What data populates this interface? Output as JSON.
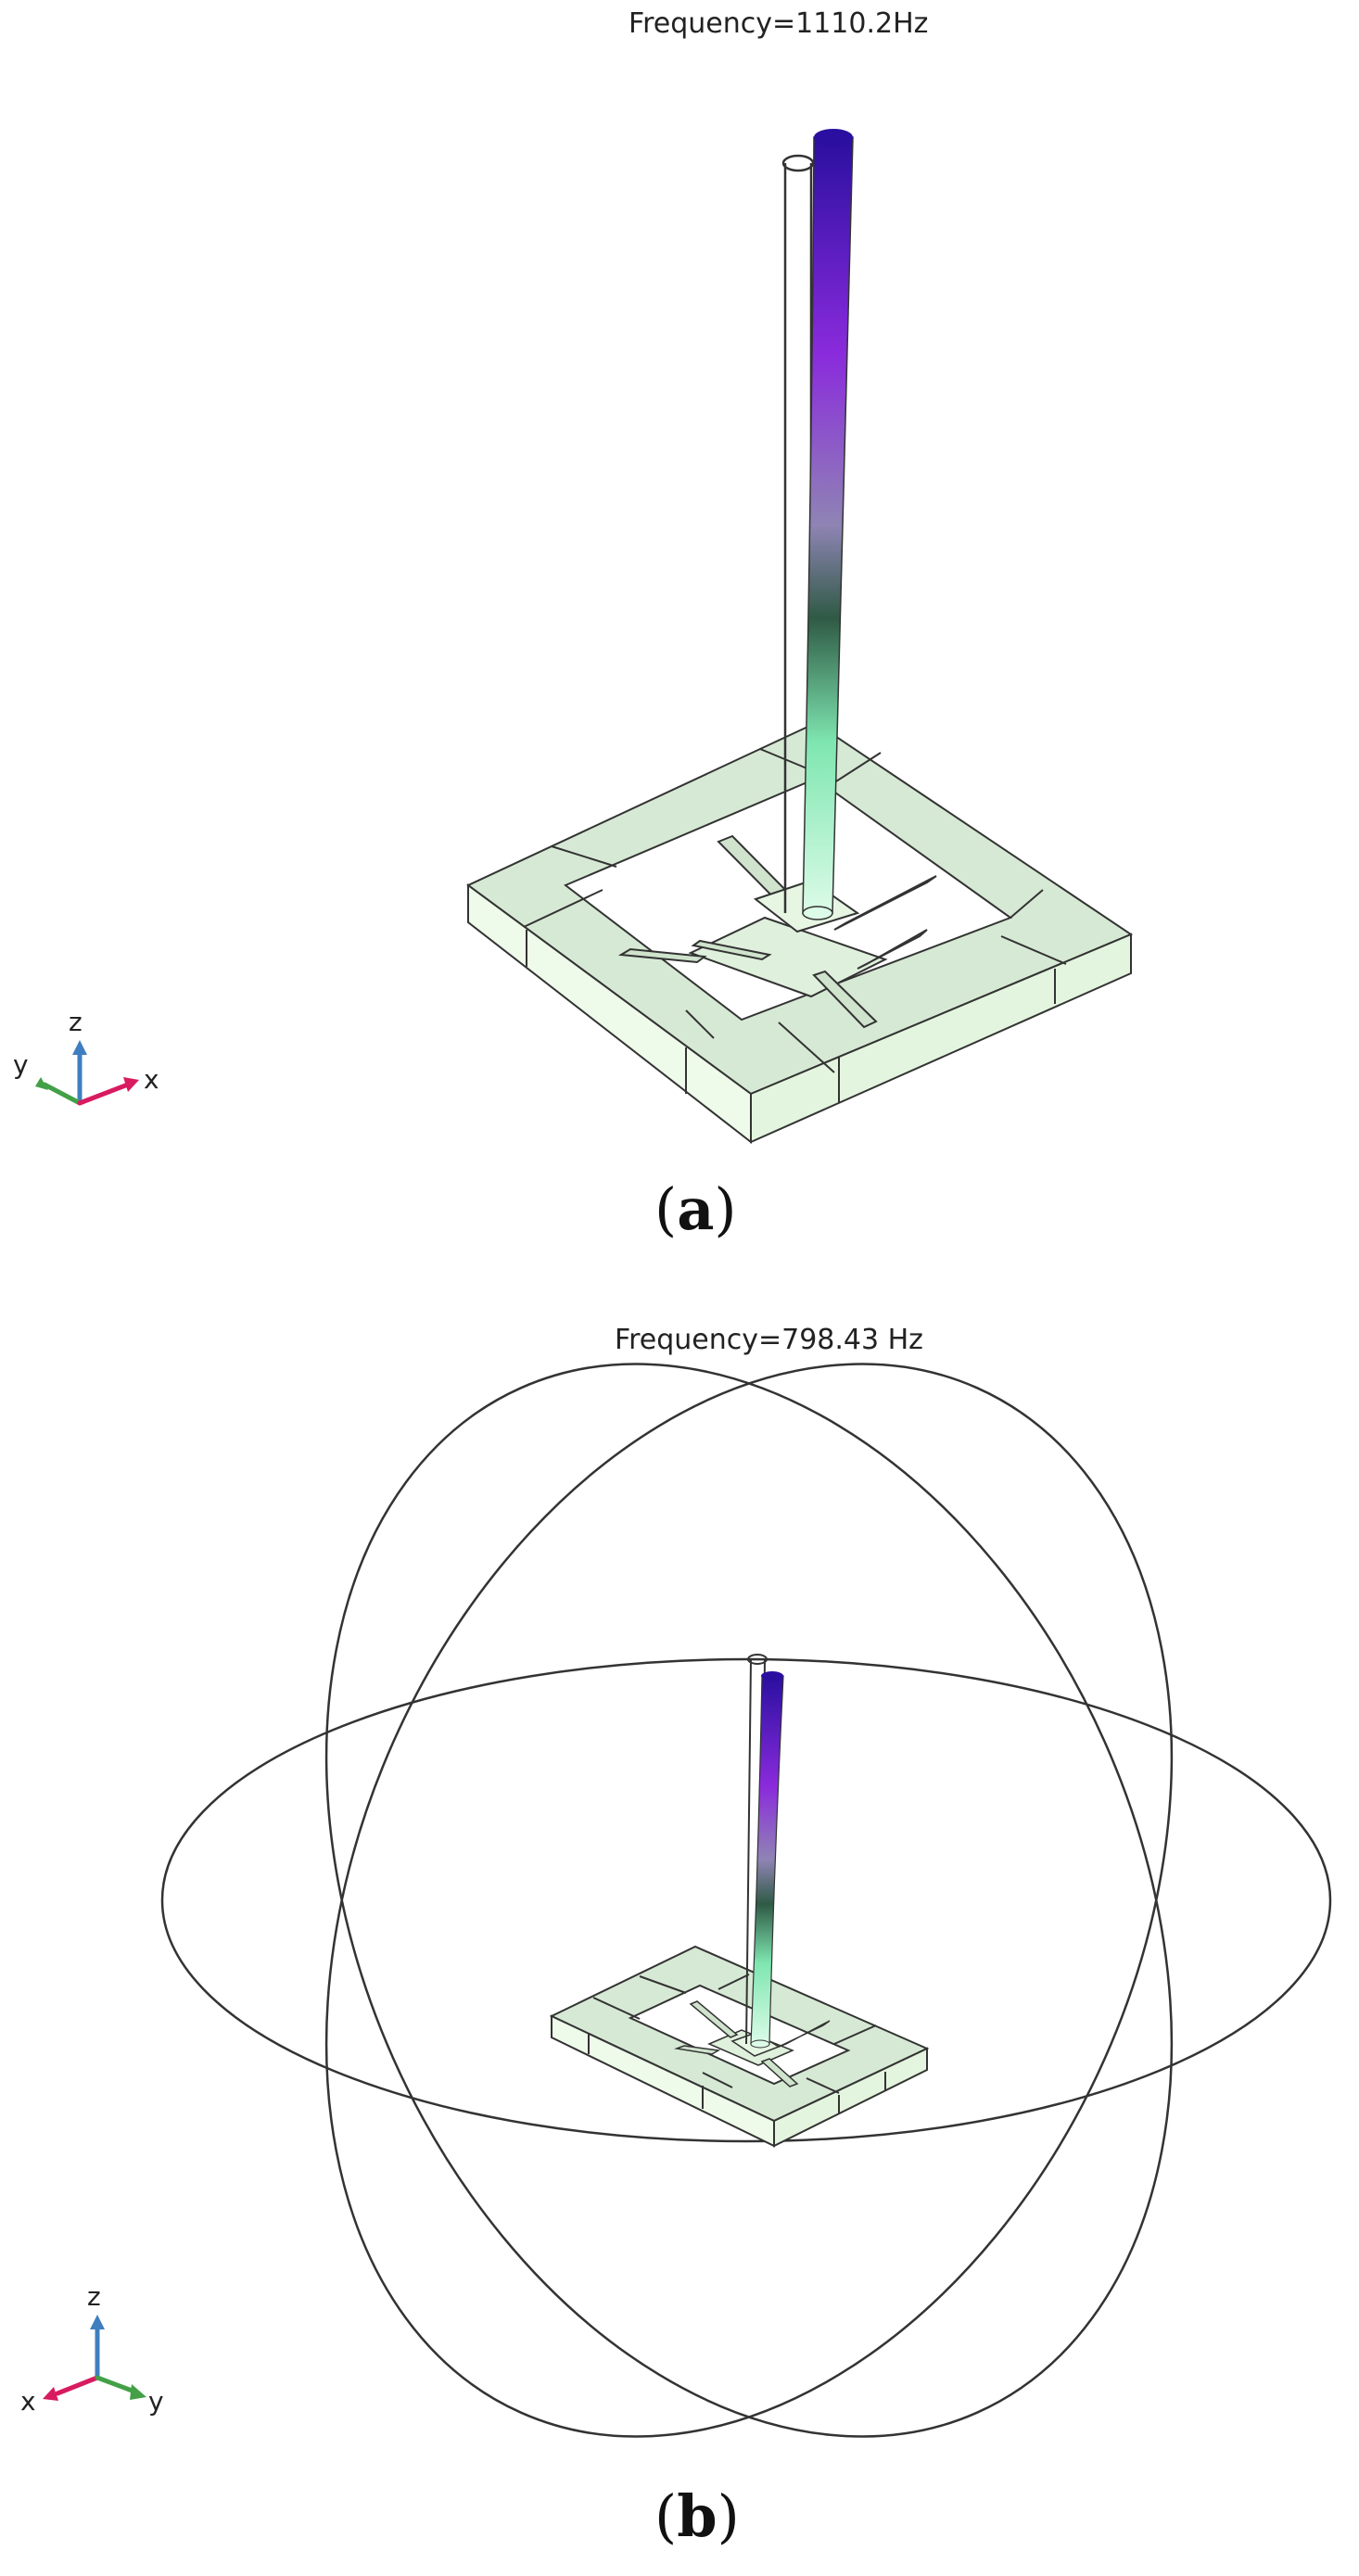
{
  "panels": [
    {
      "label": "a",
      "frequency_text": "Frequency=1110.2Hz",
      "axes": {
        "up": "z",
        "left": "y",
        "right": "x"
      }
    },
    {
      "label": "b",
      "frequency_text": "Frequency=798.43 Hz",
      "axes": {
        "up": "z",
        "left": "x",
        "right": "y"
      }
    }
  ],
  "colors": {
    "frame_top": "#d6e9d4",
    "frame_side": "#eefbea",
    "rod_top": "#2a0fa0",
    "rod_mid": "#8a2bdc",
    "rod_green": "#7ee6b0",
    "rod_base": "#dcfbe8",
    "axis_x_or_red": "#d81b60",
    "axis_green": "#43a047",
    "axis_blue": "#3f7fbf"
  }
}
